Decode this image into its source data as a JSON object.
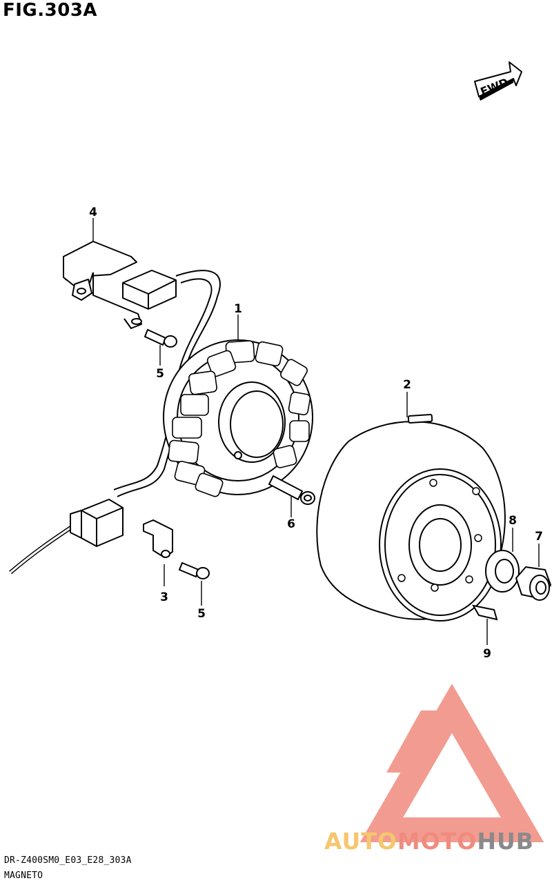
{
  "figure": {
    "title": "FIG.303A",
    "fwd_label": "FWD"
  },
  "callouts": [
    {
      "id": "c1",
      "label": "1"
    },
    {
      "id": "c2",
      "label": "2"
    },
    {
      "id": "c3",
      "label": "3"
    },
    {
      "id": "c4",
      "label": "4"
    },
    {
      "id": "c5a",
      "label": "5"
    },
    {
      "id": "c5b",
      "label": "5"
    },
    {
      "id": "c6",
      "label": "6"
    },
    {
      "id": "c7",
      "label": "7"
    },
    {
      "id": "c8",
      "label": "8"
    },
    {
      "id": "c9",
      "label": "9"
    }
  ],
  "footer": {
    "code": "DR-Z400SM0_E03_E28_303A",
    "section": "MAGNETO"
  },
  "watermark": {
    "part1": "AUTO",
    "part2": "MOTO",
    "part3": "HUB",
    "colors": {
      "triangle": "#f08b7e",
      "auto": "#f6c66e",
      "moto": "#f08b7e",
      "hub": "#8a8a8a"
    }
  }
}
